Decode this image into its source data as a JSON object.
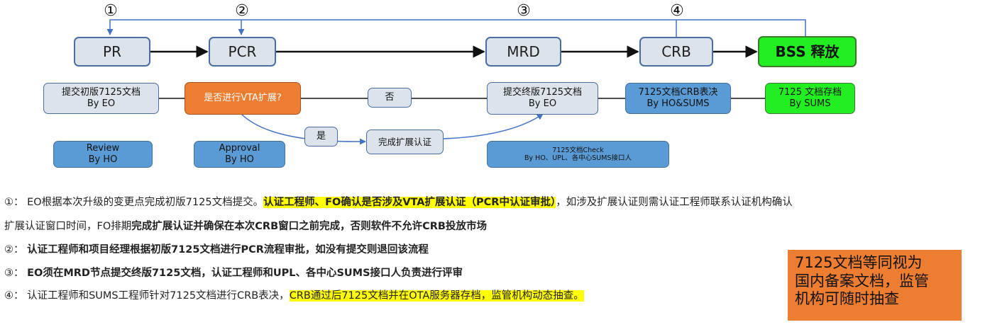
{
  "step_numbers": [
    "①",
    "②",
    "③",
    "④"
  ],
  "stages": {
    "pr": "PR",
    "pcr": "PCR",
    "mrd": "MRD",
    "crb": "CRB",
    "bss": "BSS 释放"
  },
  "tasks": {
    "submit_initial": [
      "提交初版7125文档",
      "By EO"
    ],
    "vta_question": "是否进行VTA扩展?",
    "no_label": "否",
    "submit_final": [
      "提交终版7125文档",
      "By EO"
    ],
    "crb_vote": [
      "7125文档CRB表决",
      "By HO&SUMS"
    ],
    "archive": [
      "7125 文档存档",
      "By SUMS"
    ],
    "yes_label": "是",
    "complete_ext": "完成扩展认证",
    "review": [
      "Review",
      "By HO"
    ],
    "approval": [
      "Approval",
      "By HO"
    ],
    "doc_check": [
      "7125文档Check",
      "By HO、UPL、各中心SUMS接口人"
    ]
  },
  "notes": {
    "n1_a": "①： EO根据本次升级的变更点完成初版7125文档提交。",
    "n1_b": "认证工程师、FO确认是否涉及VTA扩展认证（PCR中认证审批）",
    "n1_c": "，如涉及扩展认证则需认证工程师联系认证机构确认",
    "n1_d": "扩展认证窗口时间，FO排期",
    "n1_e": "完成扩展认证并确保在本次CRB窗口之前完成，否则软件不允许CRB投放市场",
    "n2_a": "②：",
    "n2_b": "认证工程师和项目经理根据初版7125文档进行PCR流程审批，如没有提交则退回该流程",
    "n3_a": "③：",
    "n3_b": "EO须在MRD节点提交终版7125文档，认证工程师和UPL、各中心SUMS接口人负责进行评审",
    "n4_a": "④：  认证工程师和SUMS工程师针对7125文档进行CRB表决，",
    "n4_b": "CRB通过后7125文档并在OTA服务器存档，监管机构动态抽查。"
  },
  "callout": [
    "7125文档等同视为",
    "国内备案文档，监管",
    "机构可随时抽查"
  ]
}
